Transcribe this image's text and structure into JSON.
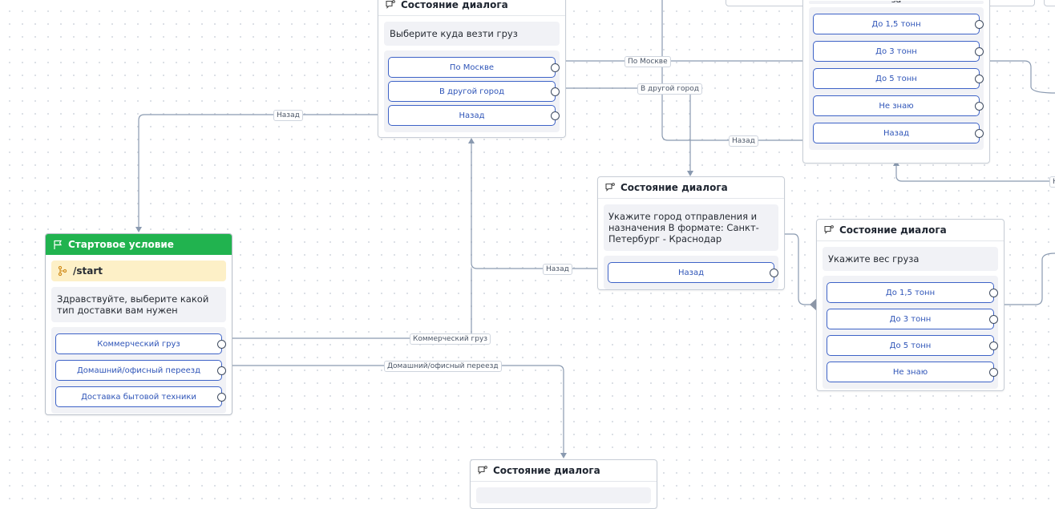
{
  "start_node": {
    "title": "Стартовое условие",
    "command": "/start",
    "message": "Здравствуйте, выберите какой тип доставки вам нужен",
    "buttons": [
      "Коммерческий груз",
      "Домашний/офисный переезд",
      "Доставка бытовой техники"
    ]
  },
  "node_where": {
    "title": "Состояние диалога",
    "message": "Выберите куда везти груз",
    "buttons": [
      "По Москве",
      "В другой город",
      "Назад"
    ]
  },
  "node_weight_top": {
    "title_partial": "за",
    "buttons": [
      "До 1,5 тонн",
      "До 3 тонн",
      "До 5 тонн",
      "Не знаю",
      "Назад"
    ]
  },
  "node_city": {
    "title": "Состояние диалога",
    "message": "Укажите город отправления и назначения В формате: Санкт-Петербург - Краснодар",
    "buttons": [
      "Назад"
    ]
  },
  "node_weight": {
    "title": "Состояние диалога",
    "message": "Укажите вес груза",
    "buttons": [
      "До 1,5 тонн",
      "До 3 тонн",
      "До 5 тонн",
      "Не знаю"
    ]
  },
  "node_bottom": {
    "title": "Состояние диалога"
  },
  "edge_labels": {
    "back_left": "Назад",
    "po_moskve": "По Москве",
    "other_city": "В другой город",
    "back_top_right": "Назад",
    "back_city": "Назад",
    "commercial": "Коммерческий груз",
    "home_move": "Домашний/офисный переезд",
    "edge_partial": "Н"
  },
  "colors": {
    "start_header": "#21b34f",
    "command_bg": "#fdf0c7",
    "button_border": "#3e63c7",
    "edge": "#8a9ab0"
  }
}
